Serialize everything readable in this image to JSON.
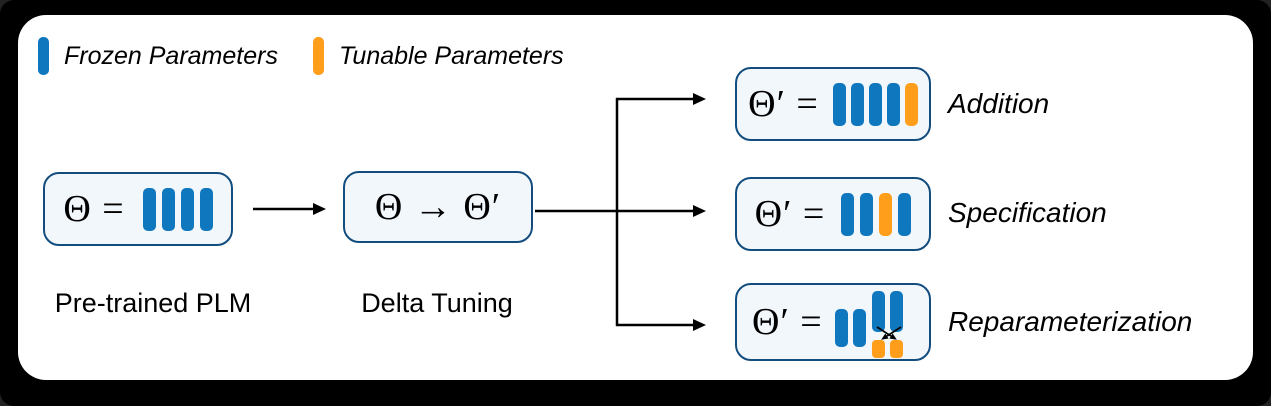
{
  "colors": {
    "frozen": "#0F77BE",
    "tunable": "#FF9E1B",
    "box_border": "#134D7E",
    "box_fill": "#F2F7FC",
    "card_bg": "#FFFFFF",
    "frame_bg": "#000000",
    "line": "#000000",
    "text": "#000000"
  },
  "legend": {
    "frozen": {
      "label": "Frozen Parameters",
      "swatch": "frozen-bar-icon"
    },
    "tunable": {
      "label": "Tunable Parameters",
      "swatch": "tunable-bar-icon"
    }
  },
  "flow": {
    "pretrained": {
      "formula": "Θ =",
      "caption": "Pre-trained PLM",
      "bars": [
        "frozen",
        "frozen",
        "frozen",
        "frozen"
      ]
    },
    "delta_tuning": {
      "formula": "Θ → Θ′",
      "caption": "Delta Tuning"
    },
    "branches": {
      "addition": {
        "formula": "Θ′ =",
        "label": "Addition",
        "bars": [
          "frozen",
          "frozen",
          "frozen",
          "frozen",
          "tunable"
        ]
      },
      "specification": {
        "formula": "Θ′ =",
        "label": "Specification",
        "bars": [
          "frozen",
          "frozen",
          "tunable",
          "frozen"
        ]
      },
      "reparameterization": {
        "formula": "Θ′ =",
        "label": "Reparameterization",
        "medium_bars": [
          "frozen",
          "frozen"
        ],
        "tall_bars": [
          "frozen",
          "frozen"
        ],
        "small_bars": [
          "tunable",
          "tunable"
        ]
      }
    }
  }
}
